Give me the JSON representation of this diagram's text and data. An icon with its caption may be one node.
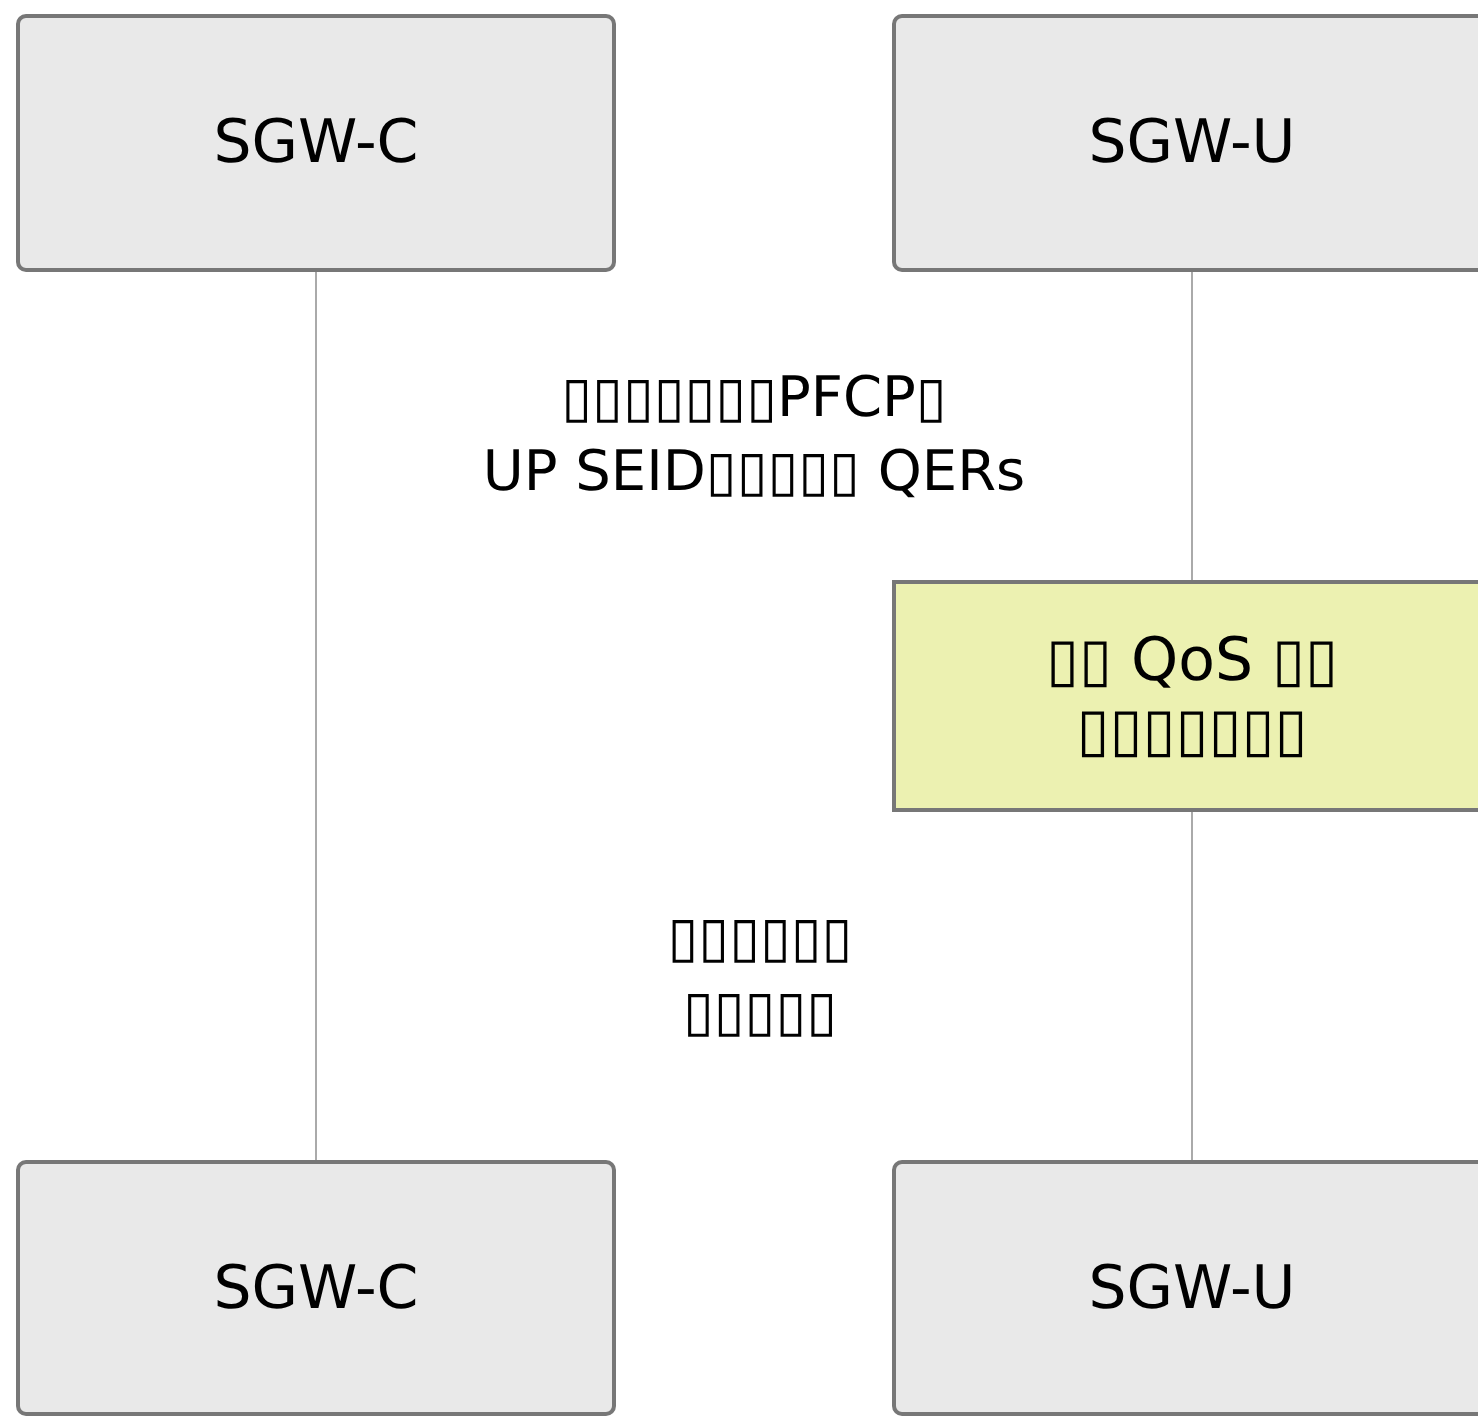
{
  "diagram": {
    "nodes": [
      {
        "text": [
          "SGW-C"
        ]
      },
      {
        "text": [
          "SGW-U"
        ]
      },
      {
        "text": [
          "▯▯ QoS ▯▯ ▯▯▯▯▯▯▯"
        ]
      },
      {
        "text": [
          "SGW-C"
        ]
      },
      {
        "text": [
          "SGW-U"
        ]
      }
    ],
    "edges": [
      {
        "from": 0,
        "to": 3,
        "arrow": "none"
      },
      {
        "from": 1,
        "to": 2,
        "arrow": "none"
      },
      {
        "from": 2,
        "to": 4,
        "arrow": "none"
      }
    ],
    "labels": [
      "▯▯▯▯▯▯▯PFCP▯ UP SEID▯▯▯▯▯ QERs",
      "▯▯▯▯▯▯ ▯▯▯▯▯"
    ]
  }
}
